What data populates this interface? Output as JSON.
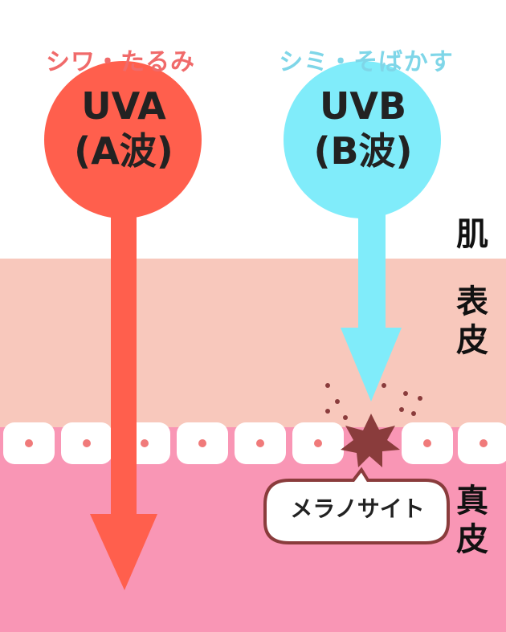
{
  "uva": {
    "caption": "シワ・たるみ",
    "line1": "UVA",
    "line2": "(A波)",
    "color": "#ff5f4d"
  },
  "uvb": {
    "caption": "シミ・そばかす",
    "line1": "UVB",
    "line2": "(B波)",
    "color": "#80ecfa"
  },
  "layers": {
    "hada": "肌",
    "hyohi": "表皮",
    "shinpi": "真皮"
  },
  "melanocyte": {
    "label": "メラノサイト",
    "color": "#8a3c3c"
  }
}
